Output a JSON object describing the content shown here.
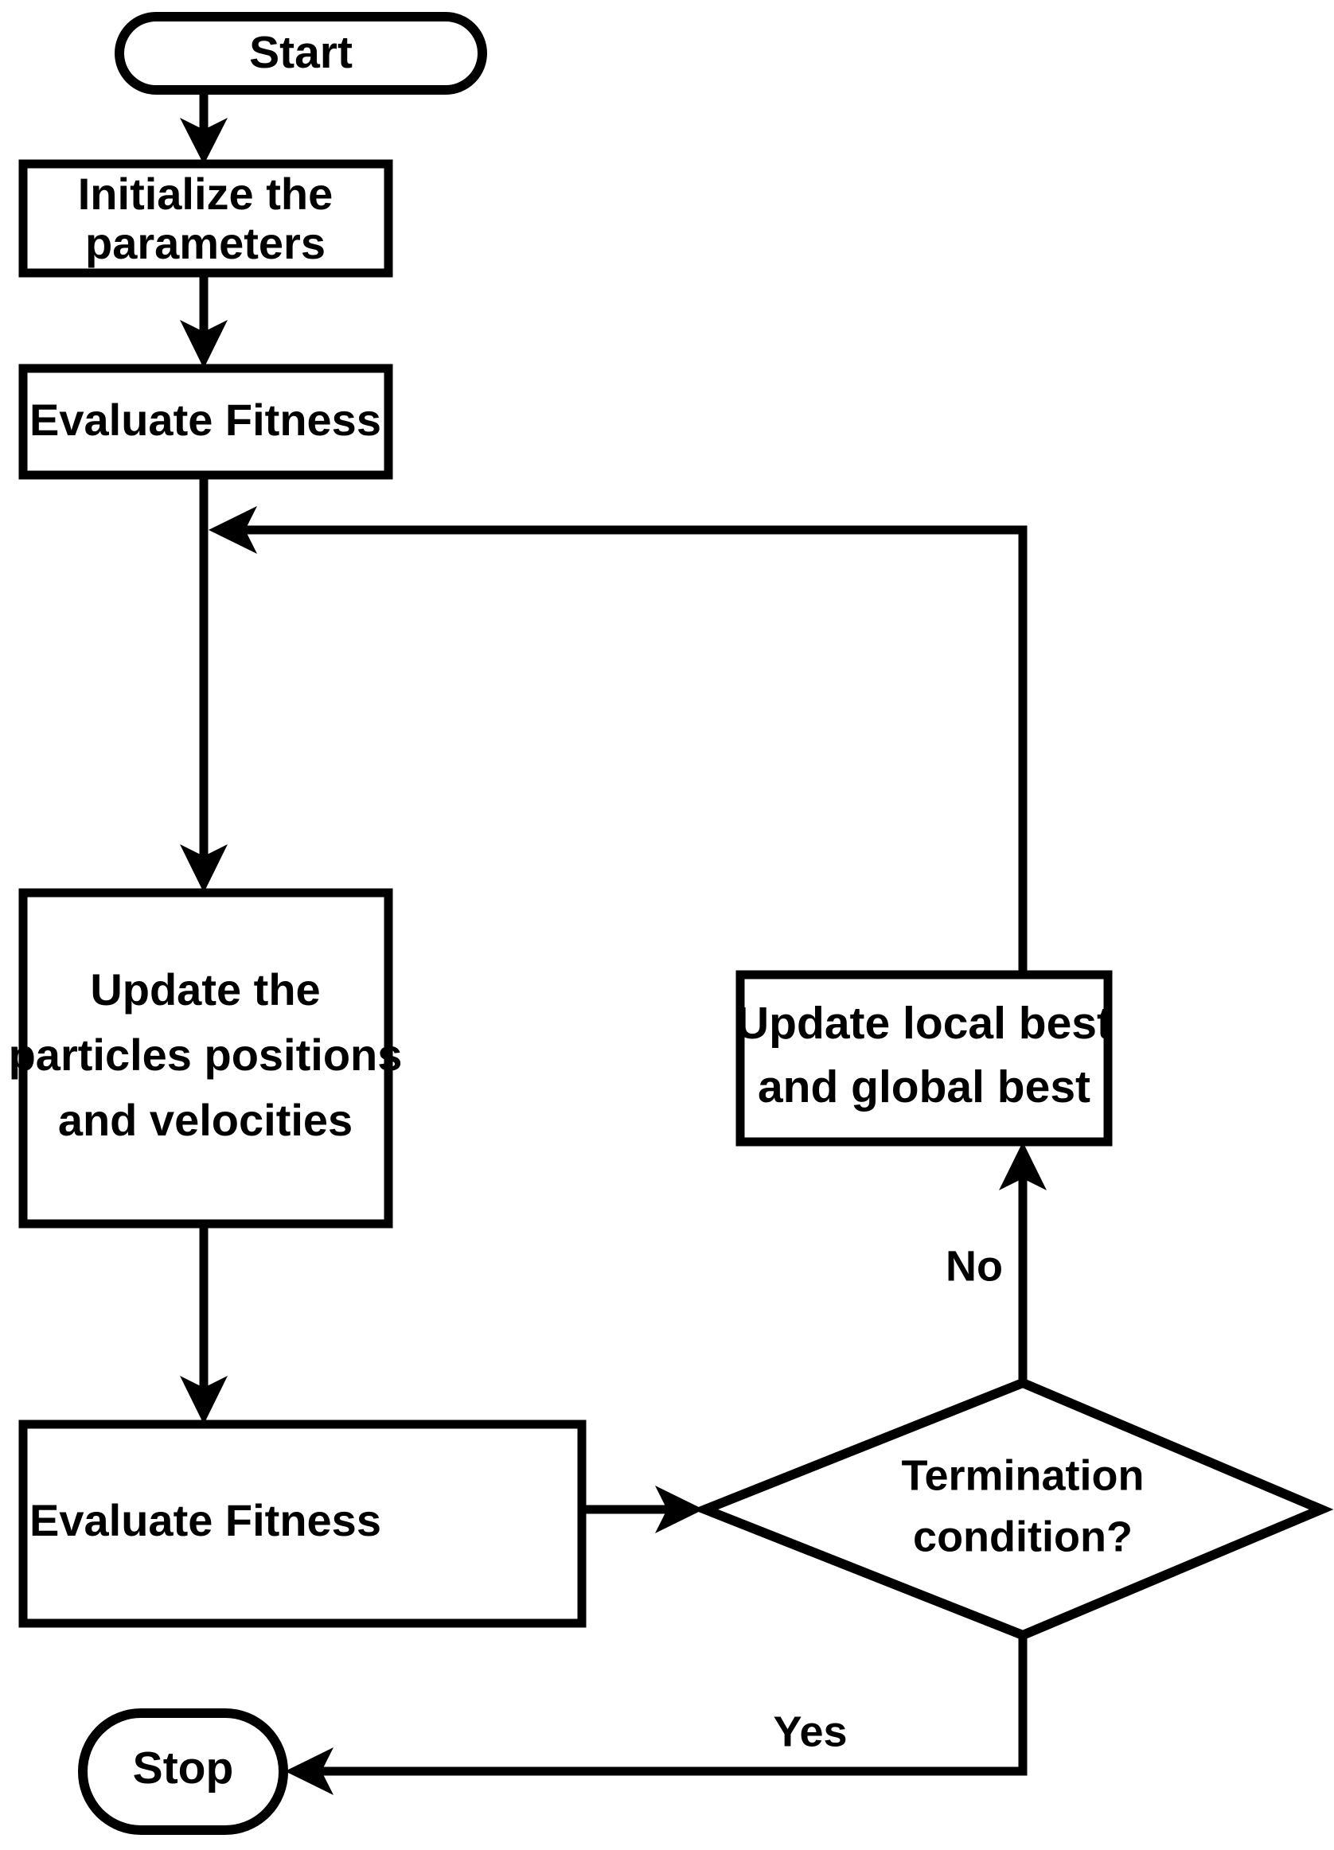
{
  "diagram": {
    "title": "Particle Swarm Optimization Flowchart",
    "background_color": "#ffffff",
    "line_color": "#000000",
    "fill_color": "#ffffff",
    "nodes": {
      "start": {
        "label": "Start",
        "shape": "stadium"
      },
      "init": {
        "label_line1": "Initialize the",
        "label_line2": "parameters",
        "shape": "rectangle"
      },
      "evaluate_fitness_1": {
        "label": "Evaluate Fitness",
        "shape": "rectangle"
      },
      "update_particles": {
        "label_line1": "Update the",
        "label_line2": "particles positions",
        "label_line3": "and velocities",
        "shape": "rectangle"
      },
      "evaluate_fitness_2": {
        "label": "Evaluate Fitness",
        "shape": "rectangle"
      },
      "update_best": {
        "label_line1": "Update local best",
        "label_line2": "and global best",
        "shape": "rectangle"
      },
      "termination": {
        "label_line1": "Termination",
        "label_line2": "condition?",
        "shape": "diamond"
      },
      "stop": {
        "label": "Stop",
        "shape": "stadium"
      }
    },
    "edge_labels": {
      "no": "No",
      "yes": "Yes"
    }
  }
}
